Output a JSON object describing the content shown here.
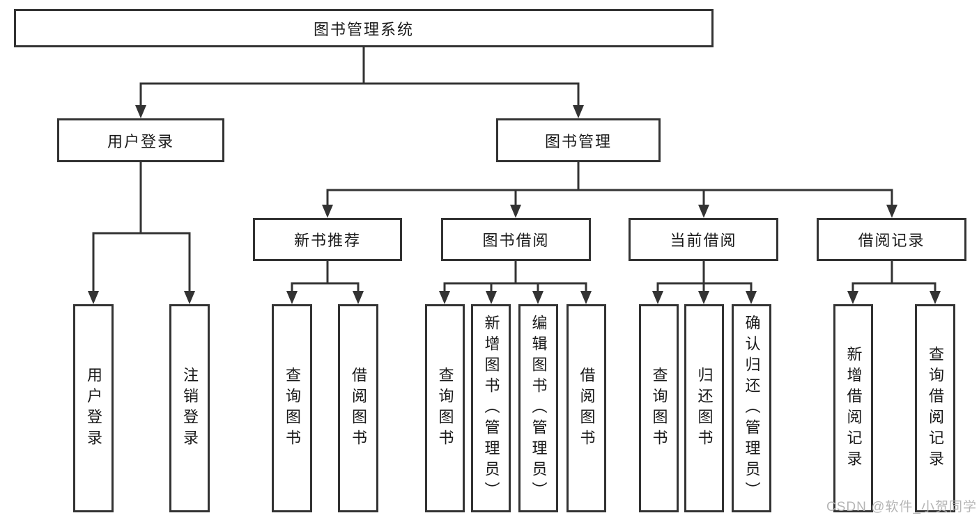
{
  "diagram": {
    "title": "图书管理系统",
    "root": {
      "label": "图书管理系统"
    },
    "level2": [
      {
        "id": "user-login",
        "label": "用户登录"
      },
      {
        "id": "book-management",
        "label": "图书管理"
      }
    ],
    "level3": [
      {
        "id": "new-book-recommendation",
        "label": "新书推荐",
        "parent": "book-management"
      },
      {
        "id": "book-borrowing",
        "label": "图书借阅",
        "parent": "book-management"
      },
      {
        "id": "current-borrowing",
        "label": "当前借阅",
        "parent": "book-management"
      },
      {
        "id": "borrowing-records",
        "label": "借阅记录",
        "parent": "book-management"
      }
    ],
    "leaves": [
      {
        "label": "用户登录",
        "parent": "user-login"
      },
      {
        "label": "注销登录",
        "parent": "user-login"
      },
      {
        "label": "查询图书",
        "parent": "new-book-recommendation"
      },
      {
        "label": "借阅图书",
        "parent": "new-book-recommendation"
      },
      {
        "label": "查询图书",
        "parent": "book-borrowing"
      },
      {
        "label": "新增图书（管理员）",
        "parent": "book-borrowing"
      },
      {
        "label": "编辑图书（管理员）",
        "parent": "book-borrowing"
      },
      {
        "label": "借阅图书",
        "parent": "book-borrowing"
      },
      {
        "label": "查询图书",
        "parent": "current-borrowing"
      },
      {
        "label": "归还图书",
        "parent": "current-borrowing"
      },
      {
        "label": "确认归还（管理员）",
        "parent": "current-borrowing"
      },
      {
        "label": "新增借阅记录",
        "parent": "borrowing-records"
      },
      {
        "label": "查询借阅记录",
        "parent": "borrowing-records"
      }
    ]
  },
  "watermark": {
    "text": "CSDN @软件_小贺同学"
  },
  "colors": {
    "line": "#333333",
    "box_border": "#333333",
    "box_background": "#ffffff",
    "text": "#1a1a1a",
    "watermark": "#aeaeae"
  }
}
